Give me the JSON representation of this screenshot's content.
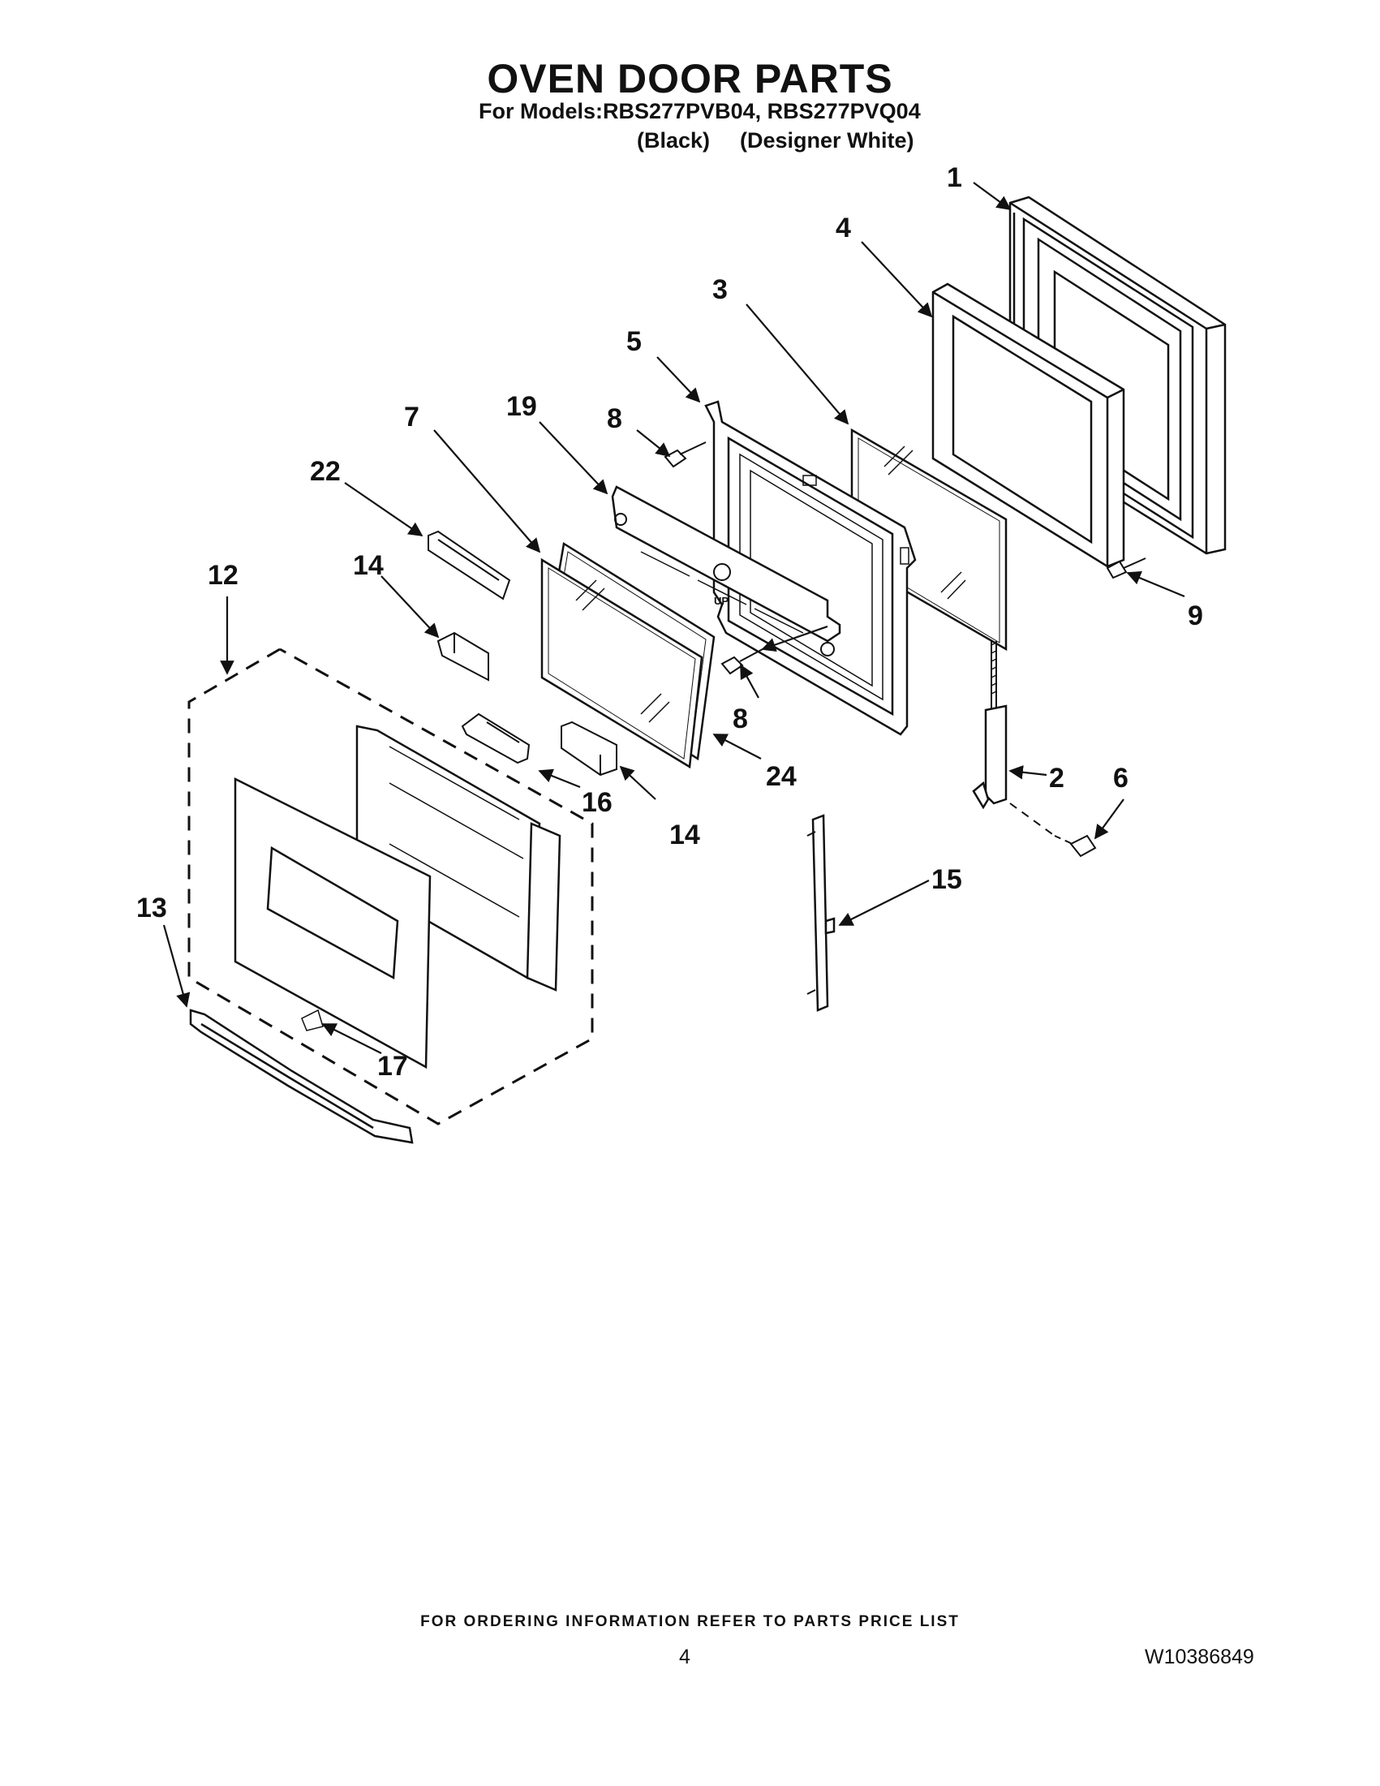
{
  "title": "OVEN DOOR PARTS",
  "subtitle": "For Models:RBS277PVB04, RBS277PVQ04",
  "variants": [
    "(Black)",
    "(Designer White)"
  ],
  "callouts": [
    "1",
    "4",
    "3",
    "5",
    "8",
    "7",
    "19",
    "22",
    "12",
    "14",
    "9",
    "2",
    "6",
    "16",
    "14",
    "24",
    "8",
    "15",
    "13",
    "17"
  ],
  "footer": {
    "note": "FOR ORDERING INFORMATION REFER TO PARTS PRICE LIST",
    "page": "4",
    "doc_number": "W10386849"
  }
}
